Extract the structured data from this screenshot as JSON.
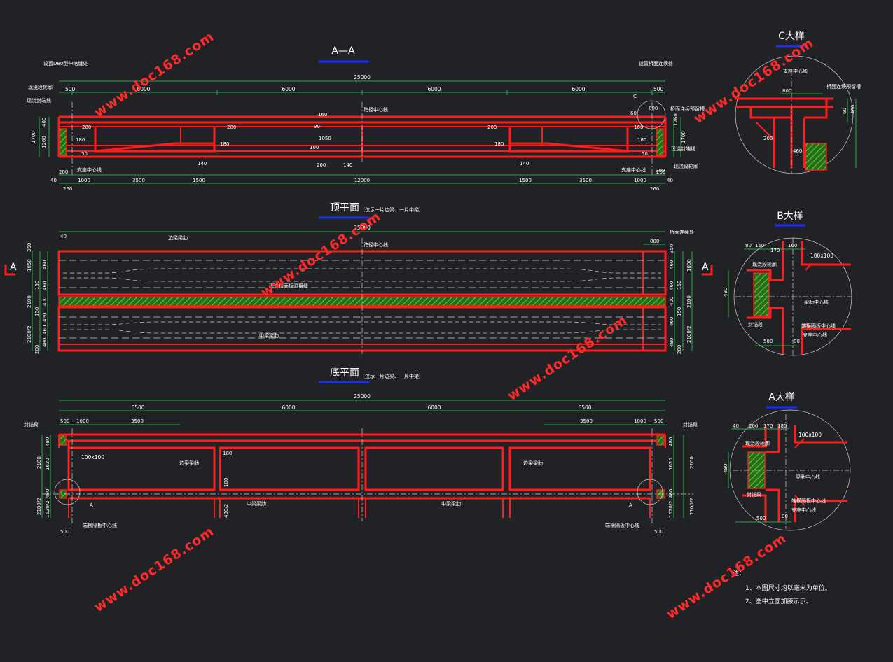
{
  "titles": {
    "section_aa": "A—A",
    "top_plan": "顶平面",
    "top_plan_note": "（仅示一片边梁、一片中梁）",
    "bottom_plan": "底平面",
    "bottom_plan_note": "（仅示一片边梁、一片中梁）",
    "detail_c": "C大样",
    "detail_b": "B大样",
    "detail_a": "A大样"
  },
  "section_marks": {
    "left": "A",
    "right": "A",
    "c_ref": "C",
    "a_left": "A",
    "a_right": "A"
  },
  "aa_labels": {
    "left_top": "设置D80型伸缩缝处",
    "right_top": "设置桥面连续处",
    "left_1": "现浇段轮廓",
    "left_2": "现浇封端线",
    "center": "跨径中心线",
    "right_1": "桥面连续预留槽",
    "right_2": "现浇封端线",
    "right_3": "现浇段轮廓",
    "support_l": "支座中心线",
    "support_r": "支座中心线"
  },
  "aa_dims": {
    "total": "25000",
    "top": [
      "500",
      "6000",
      "6000",
      "6000",
      "6000",
      "500"
    ],
    "bottom1": [
      "200",
      "200"
    ],
    "bottom2": [
      "40",
      "1000",
      "3500",
      "1500",
      "12000",
      "1500",
      "3500",
      "1000",
      "40"
    ],
    "bottom3": [
      "260",
      "260"
    ],
    "left_v": [
      "1700",
      "1260",
      "400"
    ],
    "right_v": [
      "1700",
      "1260"
    ],
    "misc": [
      "200",
      "180",
      "50",
      "200",
      "180",
      "140",
      "160",
      "1050",
      "90",
      "100",
      "200",
      "140",
      "200",
      "180",
      "140",
      "60",
      "800",
      "180",
      "50",
      "160",
      "200"
    ]
  },
  "top_labels": {
    "edge_beam": "边梁梁肋",
    "center": "跨径中心线",
    "wet_joint": "现浇桥面板湿接缝",
    "mid_beam": "中梁梁肋",
    "deck_cont": "桥面连续处"
  },
  "top_dims": {
    "total": "25000",
    "top_left": "40",
    "top_right": "800",
    "left_v": [
      "350",
      "1050",
      "460",
      "150",
      "460",
      "2100",
      "400",
      "150",
      "460",
      "460",
      "2100/2",
      "480",
      "200"
    ],
    "right_v": [
      "350",
      "1000",
      "460",
      "150",
      "460",
      "2100",
      "400",
      "150",
      "460",
      "2100/2",
      "480",
      "200"
    ]
  },
  "bottom_labels": {
    "seal_l": "封锚段",
    "seal_r": "封锚段",
    "chamfer": "100x100",
    "edge_l": "边梁梁肋",
    "edge_r": "边梁梁肋",
    "mid_l": "中梁梁肋",
    "mid_r": "中梁梁肋",
    "diaph_l": "端横隔板中心线",
    "diaph_r": "端横隔板中心线"
  },
  "bottom_dims": {
    "total": "25000",
    "top": [
      "6500",
      "6000",
      "6000",
      "6500"
    ],
    "second": [
      "500",
      "1000",
      "3500",
      "3500",
      "1000",
      "500"
    ],
    "left_v": [
      "480",
      "2100",
      "1620",
      "2100/2",
      "480",
      "1620/2"
    ],
    "right_v": [
      "480",
      "2100",
      "1620",
      "2100/2",
      "480",
      "1620/2"
    ],
    "misc": [
      "180",
      "100",
      "480/2",
      "500",
      "500"
    ]
  },
  "detail_c": {
    "labels": [
      "支座中心线",
      "桥面连续预留槽",
      "800",
      "60",
      "400",
      "200",
      "460"
    ]
  },
  "detail_b": {
    "labels": [
      "80",
      "160",
      "170",
      "160",
      "100x100",
      "现浇段轮廓",
      "480",
      "梁肋中心线",
      "封锚段",
      "端横隔板中心线",
      "支座中心线",
      "500",
      "80"
    ]
  },
  "detail_a": {
    "labels": [
      "40",
      "200",
      "170",
      "180",
      "100x100",
      "现浇段轮廓",
      "480",
      "梁肋中心线",
      "封锚段",
      "端横隔板中心线",
      "支座中心线",
      "500",
      "80"
    ]
  },
  "notes": {
    "heading": "注：",
    "line1": "1、本图尺寸均以毫米为单位。",
    "line2": "2、图中立面加腋示示。"
  },
  "watermark": "www.doc168.com",
  "colors": {
    "background": "#212225",
    "beam": "#ff1c1c",
    "dimension": "#1ed84a",
    "underline": "#1a2cff",
    "centerline": "#cfcfcf"
  }
}
